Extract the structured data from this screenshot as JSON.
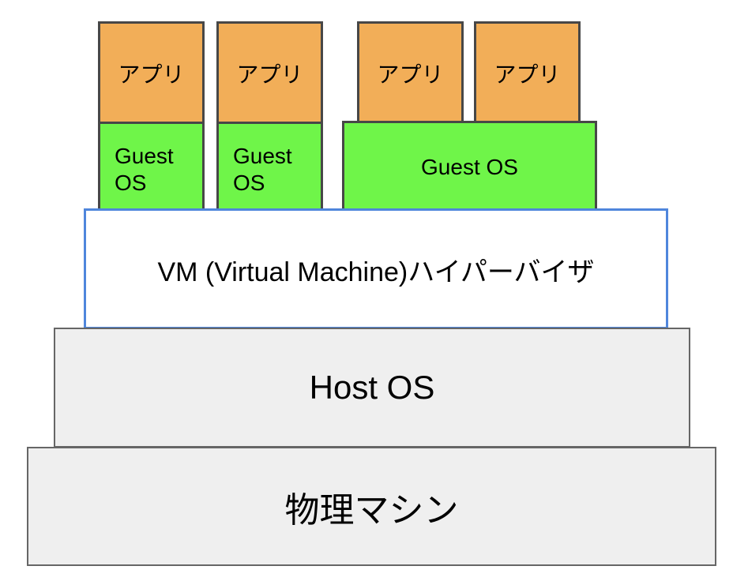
{
  "apps": [
    {
      "label": "アプリ"
    },
    {
      "label": "アプリ"
    },
    {
      "label": "アプリ"
    },
    {
      "label": "アプリ"
    }
  ],
  "guest_os": [
    {
      "line1": "Guest",
      "line2": "OS"
    },
    {
      "line1": "Guest",
      "line2": "OS"
    },
    {
      "label": "Guest OS"
    }
  ],
  "hypervisor": {
    "label": "VM (Virtual Machine)ハイパーバイザ"
  },
  "host_os": {
    "label": "Host OS"
  },
  "physical_machine": {
    "label": "物理マシン"
  },
  "colors": {
    "app": "#f2ae58",
    "guest_os": "#6ff549",
    "hypervisor_border": "#4f86dc",
    "host": "#efefef",
    "border": "#474747"
  }
}
